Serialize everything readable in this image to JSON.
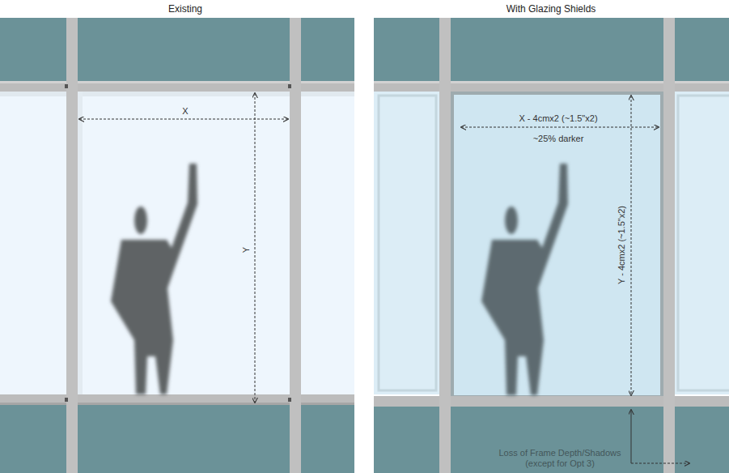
{
  "diagram": {
    "labels": [
      "Existing",
      "With Glazing Shields",
      "X",
      "Y",
      "X - 4cmx2 (~1.5\"x2)",
      "~25% darker",
      "Y - 4cmx2 (~1.5\"x2)",
      "Loss of Frame Depth/Shadows (except for Opt 3)"
    ]
  }
}
